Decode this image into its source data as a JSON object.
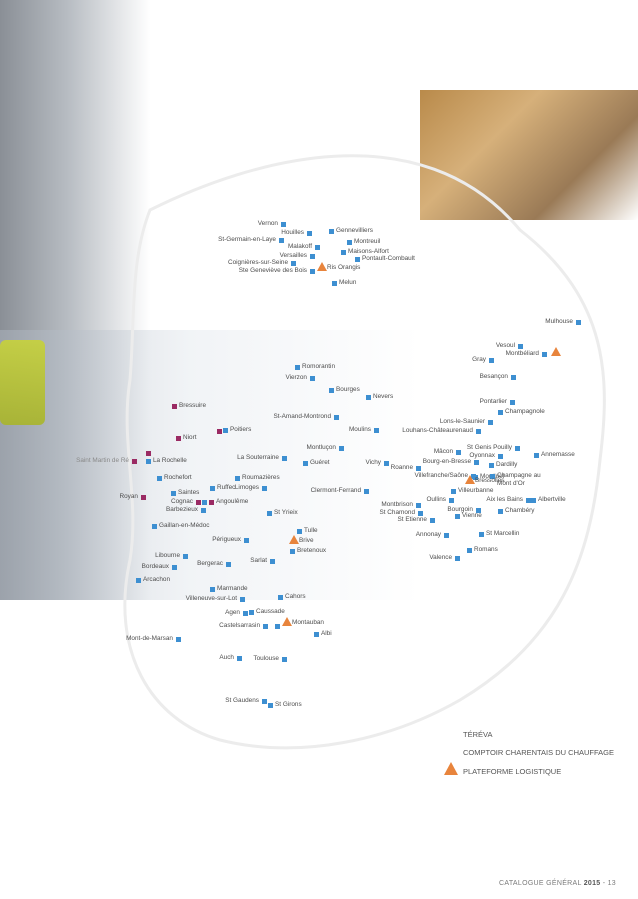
{
  "colors": {
    "terreva": "#3d8fd1",
    "comptoir": "#9a2a63",
    "plateforme": "#e8843c"
  },
  "legend": {
    "terreva": "TÉRÉVA",
    "comptoir": "COMPTOIR CHARENTAIS DU CHAUFFAGE",
    "plateforme": "PLATEFORME LOGISTIQUE"
  },
  "footer": {
    "catalogue": "CATALOGUE GÉNÉRAL",
    "year": "2015",
    "sep": "-",
    "page": "13"
  },
  "map": [
    {
      "name": "Vernon",
      "type": "t"
    },
    {
      "name": "Houilles",
      "type": "t"
    },
    {
      "name": "Gennevilliers",
      "type": "t"
    },
    {
      "name": "St-Germain-en-Laye",
      "type": "t"
    },
    {
      "name": "Montreuil",
      "type": "t"
    },
    {
      "name": "Malakoff",
      "type": "t"
    },
    {
      "name": "Maisons-Alfort",
      "type": "t"
    },
    {
      "name": "Versailles",
      "type": "t"
    },
    {
      "name": "Pontault-Combault",
      "type": "t"
    },
    {
      "name": "Coignières-sur-Seine",
      "type": "t"
    },
    {
      "name": "Ste Geneviève des Bois",
      "type": "t"
    },
    {
      "name": "Ris Orangis",
      "type": "p"
    },
    {
      "name": "Melun",
      "type": "t"
    },
    {
      "name": "Mulhouse",
      "type": "t"
    },
    {
      "name": "Vesoul",
      "type": "t"
    },
    {
      "name": "Montbéliard",
      "type": "t"
    },
    {
      "name": "",
      "type": "p"
    },
    {
      "name": "Gray",
      "type": "t"
    },
    {
      "name": "Besançon",
      "type": "t"
    },
    {
      "name": "Romorantin",
      "type": "t"
    },
    {
      "name": "Vierzon",
      "type": "t"
    },
    {
      "name": "Bourges",
      "type": "t"
    },
    {
      "name": "Nevers",
      "type": "t"
    },
    {
      "name": "Pontarlier",
      "type": "t"
    },
    {
      "name": "Champagnole",
      "type": "t"
    },
    {
      "name": "Bressuire",
      "type": "c"
    },
    {
      "name": "St-Amand-Montrond",
      "type": "t"
    },
    {
      "name": "Lons-le-Saunier",
      "type": "t"
    },
    {
      "name": "Poitiers",
      "type": "t"
    },
    {
      "name": "",
      "type": "c"
    },
    {
      "name": "Moulins",
      "type": "t"
    },
    {
      "name": "Louhans-Châteaurenaud",
      "type": "t"
    },
    {
      "name": "Niort",
      "type": "c"
    },
    {
      "name": "Montluçon",
      "type": "t"
    },
    {
      "name": "Mâcon",
      "type": "t"
    },
    {
      "name": "St Genis Pouilly",
      "type": "t"
    },
    {
      "name": "Oyonnax",
      "type": "t"
    },
    {
      "name": "Annemasse",
      "type": "t"
    },
    {
      "name": "Saint Martin de Ré",
      "type": "c"
    },
    {
      "name": "La Rochelle",
      "type": "t"
    },
    {
      "name": "",
      "type": "c"
    },
    {
      "name": "La Souterraine",
      "type": "t"
    },
    {
      "name": "Guéret",
      "type": "t"
    },
    {
      "name": "Vichy",
      "type": "t"
    },
    {
      "name": "Bourg-en-Bresse",
      "type": "t"
    },
    {
      "name": "Dardilly",
      "type": "t"
    },
    {
      "name": "Roanne",
      "type": "t"
    },
    {
      "name": "Villefranche/Saône",
      "type": "t"
    },
    {
      "name": "Montluel",
      "type": "t"
    },
    {
      "name": "Champagne au Mont d'Or",
      "type": "t"
    },
    {
      "name": "Bressolles",
      "type": "p"
    },
    {
      "name": "Rochefort",
      "type": "t"
    },
    {
      "name": "Roumazières",
      "type": "t"
    },
    {
      "name": "Limoges",
      "type": "t"
    },
    {
      "name": "Clermont-Ferrand",
      "type": "t"
    },
    {
      "name": "Villeurbanne",
      "type": "t"
    },
    {
      "name": "Royan",
      "type": "c"
    },
    {
      "name": "Saintes",
      "type": "t"
    },
    {
      "name": "Ruffec",
      "type": "t"
    },
    {
      "name": "Cognac",
      "type": "c"
    },
    {
      "name": "Angoulême",
      "type": "c"
    },
    {
      "name": "",
      "type": "t"
    },
    {
      "name": "Oullins",
      "type": "t"
    },
    {
      "name": "Aix les Bains",
      "type": "t"
    },
    {
      "name": "Albertville",
      "type": "t"
    },
    {
      "name": "Barbezieux",
      "type": "t"
    },
    {
      "name": "Montbrison",
      "type": "t"
    },
    {
      "name": "Bourgoin",
      "type": "t"
    },
    {
      "name": "Chambéry",
      "type": "t"
    },
    {
      "name": "St Yrieix",
      "type": "t"
    },
    {
      "name": "St Chamond",
      "type": "t"
    },
    {
      "name": "Vienne",
      "type": "t"
    },
    {
      "name": "St Etienne",
      "type": "t"
    },
    {
      "name": "Gaillan-en-Médoc",
      "type": "t"
    },
    {
      "name": "Tulle",
      "type": "t"
    },
    {
      "name": "Annonay",
      "type": "t"
    },
    {
      "name": "St Marcellin",
      "type": "t"
    },
    {
      "name": "Périgueux",
      "type": "t"
    },
    {
      "name": "Brive",
      "type": "p"
    },
    {
      "name": "Bretenoux",
      "type": "t"
    },
    {
      "name": "Romans",
      "type": "t"
    },
    {
      "name": "Libourne",
      "type": "t"
    },
    {
      "name": "Sarlat",
      "type": "t"
    },
    {
      "name": "Valence",
      "type": "t"
    },
    {
      "name": "Bordeaux",
      "type": "t"
    },
    {
      "name": "Bergerac",
      "type": "t"
    },
    {
      "name": "Arcachon",
      "type": "t"
    },
    {
      "name": "Marmande",
      "type": "t"
    },
    {
      "name": "Villeneuve-sur-Lot",
      "type": "t"
    },
    {
      "name": "Cahors",
      "type": "t"
    },
    {
      "name": "Agen",
      "type": "t"
    },
    {
      "name": "Caussade",
      "type": "t"
    },
    {
      "name": "Castelsarrasin",
      "type": "t"
    },
    {
      "name": "",
      "type": "t"
    },
    {
      "name": "Montauban",
      "type": "p"
    },
    {
      "name": "Albi",
      "type": "t"
    },
    {
      "name": "Mont-de-Marsan",
      "type": "t"
    },
    {
      "name": "Auch",
      "type": "t"
    },
    {
      "name": "Toulouse",
      "type": "t"
    },
    {
      "name": "St Gaudens",
      "type": "t"
    },
    {
      "name": "St Girons",
      "type": "t"
    }
  ]
}
